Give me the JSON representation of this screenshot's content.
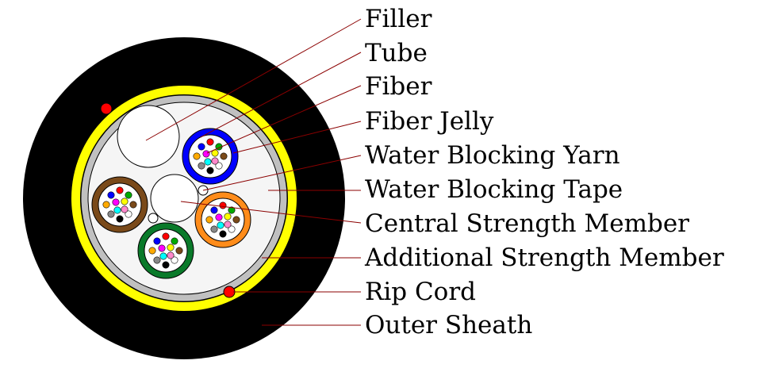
{
  "labels": [
    {
      "id": "filler",
      "text": "Filler"
    },
    {
      "id": "tube",
      "text": "Tube"
    },
    {
      "id": "fiber",
      "text": "Fiber"
    },
    {
      "id": "fiber-jelly",
      "text": "Fiber Jelly"
    },
    {
      "id": "water-blocking-yarn",
      "text": "Water Blocking Yarn"
    },
    {
      "id": "water-blocking-tape",
      "text": "Water Blocking Tape"
    },
    {
      "id": "central-strength-member",
      "text": "Central Strength Member"
    },
    {
      "id": "additional-strength-member",
      "text": "Additional Strength Member"
    },
    {
      "id": "rip-cord",
      "text": "Rip Cord"
    },
    {
      "id": "outer-sheath",
      "text": "Outer Sheath"
    }
  ],
  "colors": {
    "outer_sheath": "#000000",
    "strength_ring": "#ffff00",
    "tape": "#c0c0c0",
    "core": "#f5f5f5",
    "rip_cord": "#ff0000",
    "leader_line": "#8b0000",
    "tube_blue": "#0000ff",
    "tube_orange": "#ff8c1a",
    "tube_green": "#0a7a2a",
    "tube_brown": "#7a4a1a",
    "fibers": [
      "#ff0000",
      "#0000ff",
      "#00aa00",
      "#ffaa00",
      "#7a4a1a",
      "#888888",
      "#ffffff",
      "#000000",
      "#ff00ff",
      "#ffff00",
      "#00ffff",
      "#ff88cc"
    ]
  }
}
